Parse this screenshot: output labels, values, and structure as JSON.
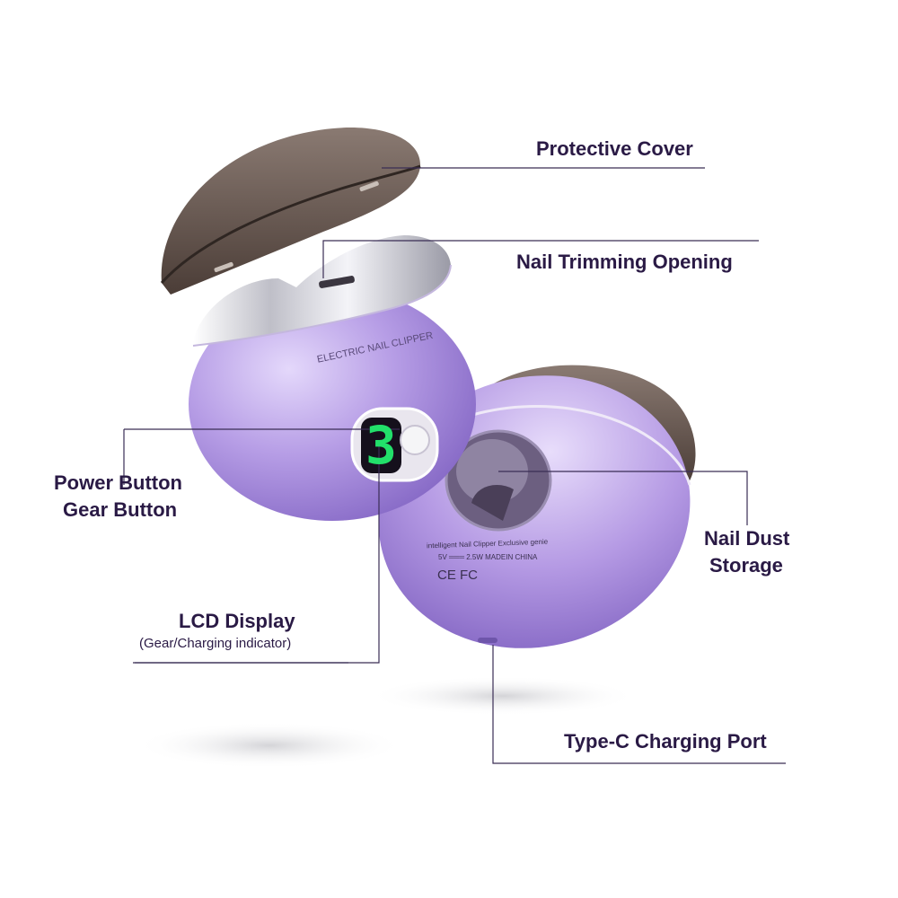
{
  "callouts": {
    "protective_cover": "Protective Cover",
    "nail_trimming_opening": "Nail Trimming Opening",
    "power_button": "Power Button",
    "gear_button": "Gear Button",
    "nail_dust_storage_line1": "Nail Dust",
    "nail_dust_storage_line2": "Storage",
    "lcd_display": "LCD Display",
    "lcd_display_sub": "(Gear/Charging indicator)",
    "type_c_port": "Type-C Charging Port"
  },
  "device": {
    "front_print": "ELECTRIC NAIL CLIPPER",
    "display_digit": "3",
    "back_print_line1": "intelligent Nail Clipper Exclusive genie",
    "back_print_line2": "5V ═══ 2.5W     MADEIN CHINA",
    "back_print_line3": "CE FC"
  },
  "colors": {
    "body_purple": "#b79ee6",
    "cover_smoke": "#5a4b44",
    "chrome": "#e8e8ee",
    "display_green": "#22e06a",
    "label_text": "#2a1a45"
  }
}
